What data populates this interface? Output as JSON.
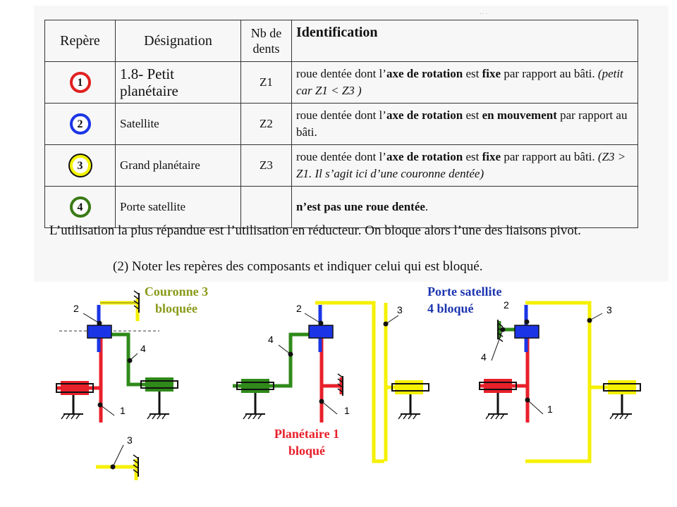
{
  "table": {
    "headers": [
      "Repère",
      "Désignation",
      "Nb de dents",
      "Identification"
    ],
    "rows": [
      {
        "num": "1",
        "designation": "1.8- Petit planétaire",
        "nb": "Z1",
        "ident_a": "roue dentée dont l’",
        "ident_b": "axe de rotation",
        "ident_c": " est ",
        "ident_d": "fixe",
        "ident_e": " par rapport au bâti. ",
        "ident_f": "(petit car Z1 < Z3 )"
      },
      {
        "num": "2",
        "designation": "Satellite",
        "nb": "Z2",
        "ident_a": "roue dentée dont l’",
        "ident_b": "axe de rotation",
        "ident_c": " est ",
        "ident_d": "en mouvement",
        "ident_e": " par rapport au bâti.",
        "ident_f": ""
      },
      {
        "num": "3",
        "designation": "Grand planétaire",
        "nb": "Z3",
        "ident_a": "roue dentée dont l’",
        "ident_b": "axe de rotation",
        "ident_c": " est ",
        "ident_d": "fixe",
        "ident_e": " par rapport au bâti. ",
        "ident_f": "(Z3 > Z1. Il s’agit ici d’une couronne dentée)"
      },
      {
        "num": "4",
        "designation": "Porte satellite",
        "nb": "",
        "ident_a": "",
        "ident_b": "",
        "ident_c": "",
        "ident_d": "n’est pas une roue dentée",
        "ident_e": ".",
        "ident_f": ""
      }
    ]
  },
  "paragraph": "L’utilisation la plus répandue est l’utilisation en réducteur. On bloque alors l’une des liaisons pivot.",
  "instruction": "(2) Noter les repères des composants et indiquer celui qui est bloqué.",
  "captions": {
    "left": [
      "Couronne 3",
      "bloquée"
    ],
    "middle": [
      "Planétaire 1",
      "bloqué"
    ],
    "right": [
      "Porte satellite",
      "4 bloqué"
    ]
  },
  "diagram_labels": {
    "left": {
      "l2": "2",
      "l4": "4",
      "l1": "1",
      "l3": "3"
    },
    "middle": {
      "l2": "2",
      "l3": "3",
      "l4": "4",
      "l1": "1"
    },
    "right": {
      "l2": "2",
      "l3": "3",
      "l4": "4",
      "l1": "1"
    }
  },
  "colors": {
    "planetaire_1": "#e8202a",
    "satellite_2": "#1b35e6",
    "couronne_3": "#f5f000",
    "porte_satellite_4": "#2f8a1a"
  }
}
